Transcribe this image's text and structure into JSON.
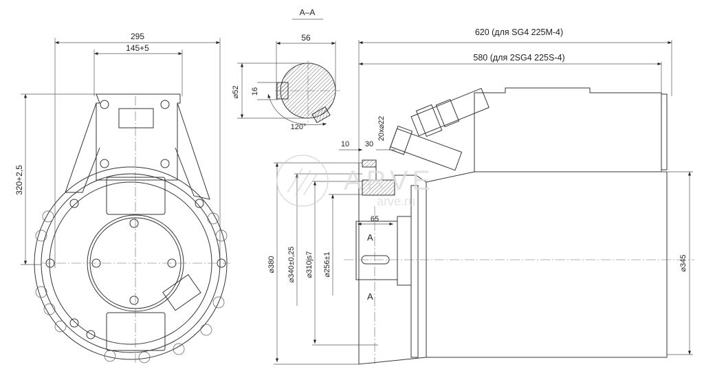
{
  "section_title": "A–A",
  "front_view": {
    "width_dim": "295",
    "bolt_spacing_dim": "145+5",
    "height_dim": "320+2,5"
  },
  "section": {
    "width_dim": "56",
    "diameter_dim": "⌀52",
    "key_dim": "16",
    "angle_dim": "120°"
  },
  "side_view": {
    "length_long": "620 (для SG4 225M-4)",
    "length_short": "580 (для 2SG4 225S-4)",
    "dim_10": "10",
    "dim_30": "30",
    "holes": "20x⌀22",
    "d380": "⌀380",
    "d340": "⌀340±0,25",
    "d310": "⌀310js7",
    "d256": "⌀256±1",
    "shaft_len": "65",
    "section_mark_top": "A",
    "section_mark_bottom": "A",
    "d345": "⌀345"
  },
  "watermark": {
    "brand": "ARVE",
    "site": "arve.ru"
  }
}
